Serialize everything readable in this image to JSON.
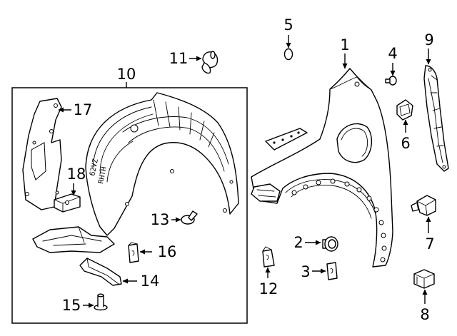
{
  "callouts": {
    "c1": "1",
    "c2": "2",
    "c3": "3",
    "c4": "4",
    "c5": "5",
    "c6": "6",
    "c7": "7",
    "c8": "8",
    "c9": "9",
    "c10": "10",
    "c11": "11",
    "c12": "12",
    "c13": "13",
    "c14": "14",
    "c15": "15",
    "c16": "16",
    "c17": "17",
    "c18": "18"
  },
  "part_stamp": {
    "line1": "62VZ",
    "line2": "RHTH"
  },
  "colors": {
    "line": "#000000",
    "background": "#ffffff"
  }
}
